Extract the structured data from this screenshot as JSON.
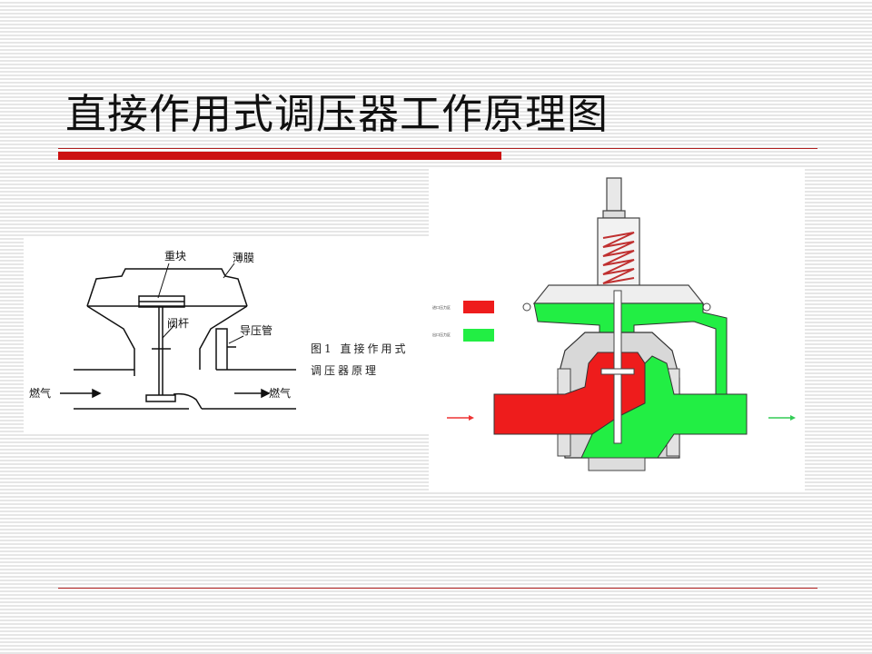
{
  "slide": {
    "title": "直接作用式调压器工作原理图"
  },
  "left_diagram": {
    "labels": {
      "weight": "重块",
      "diaphragm": "薄膜",
      "valve_stem": "阀杆",
      "pressure_tube": "导压管",
      "gas_in": "燃气",
      "gas_out": "燃气"
    },
    "caption_line1": "图1  直接作用式",
    "caption_line2": "调压器原理"
  },
  "right_diagram": {
    "legend": [
      {
        "color": "#ee1c1c",
        "text": "进口压力区"
      },
      {
        "color": "#22ee44",
        "text": "出口压力区"
      }
    ],
    "colors": {
      "inlet": "#ee1c1c",
      "outlet": "#22ee44"
    }
  }
}
